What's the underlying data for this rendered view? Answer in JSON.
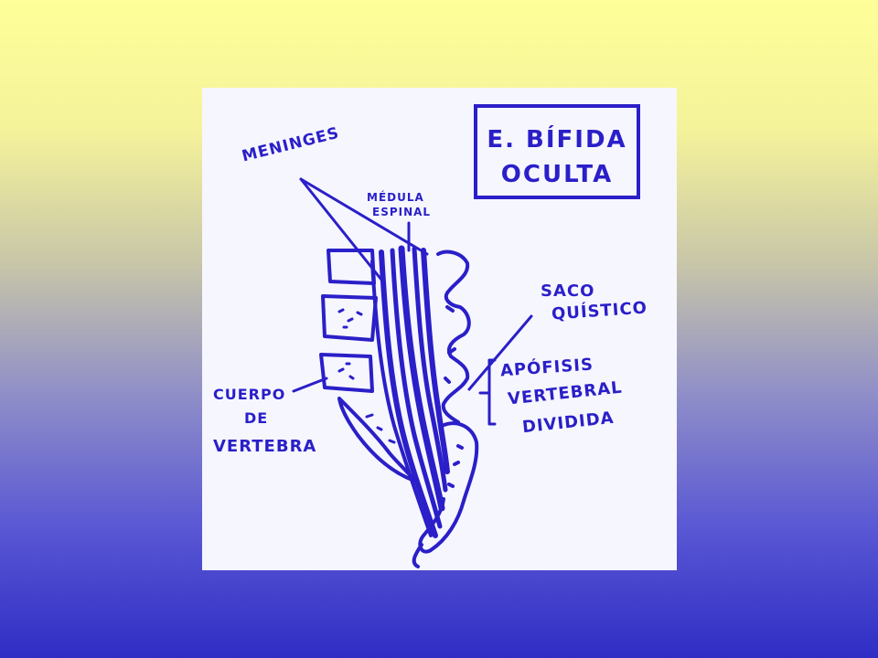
{
  "title": {
    "line1": "E. BÍFIDA",
    "line2": "OCULTA"
  },
  "labels": {
    "meninges": "MENINGES",
    "medula_line1": "MÉDULA",
    "medula_line2": "ESPINAL",
    "saco_line1": "SACO",
    "saco_line2": "QUÍSTICO",
    "cuerpo_line1": "CUERPO",
    "cuerpo_line2": "DE",
    "cuerpo_line3": "VERTEBRA",
    "apofisis_line1": "APÓFISIS",
    "apofisis_line2": "VERTEBRAL",
    "apofisis_line3": "DIVIDIDA"
  },
  "colors": {
    "ink": "#2a1fc8",
    "paper": "#f6f6ff",
    "background_top": "#ffff99",
    "background_bottom": "#2f2dc4"
  }
}
